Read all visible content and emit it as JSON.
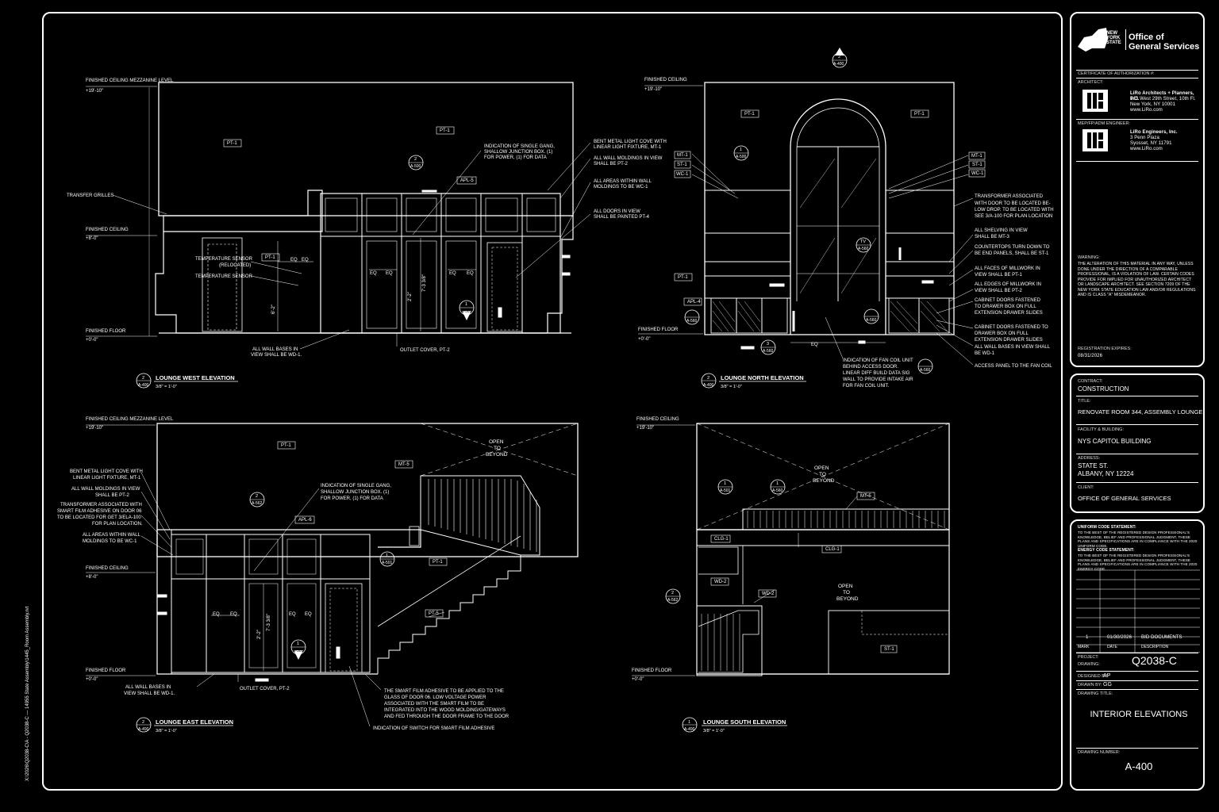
{
  "titleblock": {
    "agency": {
      "state": "NEW YORK STATE",
      "name_line1": "Office of",
      "name_line2": "General Services"
    },
    "cert_label": "CERTIFICATE OF AUTHORIZATION #:",
    "architect": {
      "label": "ARCHITECT:",
      "name": "LiRo Architects + Planners, P.C.",
      "address1": "143 West 29th Street, 10th Fl.",
      "address2": "New York, NY 10001",
      "web": "www.LiRo.com"
    },
    "engineer": {
      "label": "MEP/FP/ADM ENGINEER:",
      "name": "LiRo Engineers, Inc.",
      "address1": "3 Penn Plaza",
      "address2": "Syosset, NY 11791",
      "web": "www.LiRo.com"
    },
    "warning_label": "WARNING:",
    "warning_text": "THE ALTERATION OF THIS MATERIAL IN ANY WAY, UNLESS DONE UNDER THE DIRECTION OF A COMPARABLE PROFESSIONAL, IS A VIOLATION OF LAW. CERTAIN CODES PROVIDE FOR IMPLIED FOR UNAUTHORIZED ARCHITECT OR LANDSCAPE ARCHITECT. SEE SECTION 7209 OF THE NEW YORK STATE EDUCATION LAW AND/OR REGULATIONS AND IS CLASS \"A\" MISDEMEANOR.",
    "reg_label": "REGISTRATION EXPIRES:",
    "reg_value": "08/31/2026",
    "contract_label": "CONTRACT:",
    "contract_value": "CONSTRUCTION",
    "title_label": "TITLE:",
    "title_value": "RENOVATE ROOM 344, ASSEMBLY LOUNGE",
    "facility_label": "FACILITY & BUILDING:",
    "facility_value": "NYS CAPITOL BUILDING",
    "address_label": "ADDRESS:",
    "address_line1": "STATE ST.",
    "address_line2": "ALBANY, NY 12224",
    "client_label": "CLIENT:",
    "client_value": "OFFICE OF GENERAL SERVICES",
    "ucs_label": "UNIFORM CODE STATEMENT:",
    "ucs_text": "TO THE BEST OF THE REGISTERED DESIGN PROFESSIONAL'S KNOWLEDGE, BELIEF AND PROFESSIONAL JUDGMENT, THESE PLANS AND SPECIFICATIONS ARE IN COMPLIANCE WITH THE 2020 UNIFORM CODE.",
    "ecs_label": "ENERGY CODE STATEMENT:",
    "ecs_text": "TO THE BEST OF THE REGISTERED DESIGN PROFESSIONAL'S KNOWLEDGE, BELIEF AND PROFESSIONAL JUDGMENT, THESE PLANS AND SPECIFICATIONS ARE IN COMPLIANCE WITH THE 2020 ENERGY CODE.",
    "rev_mark": "1",
    "rev_date": "01/30/2026",
    "rev_desc": "BID DOCUMENTS",
    "col_mark": "MARK",
    "col_date": "DATE",
    "col_desc": "DESCRIPTION",
    "project_label": "PROJECT:",
    "project_value": "Q2038-C",
    "drawing_label": "DRAWING:",
    "designed_label": "DESIGNED BY:",
    "designed_value": "AP",
    "drawn_label": "DRAWN BY:",
    "drawn_value": "GG",
    "drawing_title_label": "DRAWING TITLE:",
    "drawing_title": "INTERIOR ELEVATIONS",
    "drawing_number_label": "DRAWING NUMBER:",
    "drawing_number": "A-400"
  },
  "file_path": "X:\\2026\\Q2038-C\\A - Q2038-C --- 14955 State Assembly\\1445_Room Assembly.rvt",
  "elevations": {
    "west": {
      "title": "LOUNGE WEST ELEVATION",
      "scale": "3/8\" = 1'-0\"",
      "num": "2",
      "sheet": "A-400",
      "lvl_mezz": "FINISHED CEILING MEZZANINE LEVEL",
      "lvl_mezz_el": "+19'-10\"",
      "lvl_ceil": "FINISHED CEILING",
      "lvl_ceil_el": "+8'-0\"",
      "lvl_floor": "FINISHED FLOOR",
      "lvl_floor_el": "+0'-0\"",
      "tag_pt1a": "PT-1",
      "tag_pt1b": "PT-1",
      "tag_pt1c": "PT-1",
      "tag_apl": "APL-5",
      "callout_num": "2",
      "callout_sheet": "A-500",
      "callout2_num": "1",
      "callout2_sheet": "A-501",
      "note_grilles": "TRANSFER GRILLES",
      "note_temp1a": "TEMPERATURE SENSOR",
      "note_temp1b": "(RELOCATED)",
      "note_temp2": "TEMPERATURE SENSOR",
      "note_junction1": "INDICATION OF SINGLE GANG,",
      "note_junction2": "SHALLOW JUNCTION BOX. (1)",
      "note_junction3": "FOR POWER, (1) FOR DATA",
      "note_cove1": "BENT METAL LIGHT COVE WITH",
      "note_cove2": "LINEAR LIGHT FIXTURE, MT-1",
      "note_mold1": "ALL WALL MOLDINGS IN VIEW",
      "note_mold2": "SHALL BE PT-2",
      "note_areas1": "ALL AREAS WITHIN WALL",
      "note_areas2": "MOLDINGS TO BE WC-1",
      "note_doors1": "ALL DOORS IN VIEW",
      "note_doors2": "SHALL BE PAINTED PT-4",
      "note_bases1": "ALL WALL BASES IN",
      "note_bases2": "VIEW SHALL BE WD-1.",
      "note_outlet": "OUTLET COVER, PT-2",
      "eq": "EQ",
      "dim_h": "7'-3 3/8\"",
      "dim_a": "6'-2\"",
      "dim_b": "2'-2\""
    },
    "north": {
      "title": "LOUNGE NORTH ELEVATION",
      "scale": "3/8\" = 1'-0\"",
      "num": "2",
      "sheet": "A-400",
      "lvl_ceil": "FINISHED CEILING",
      "lvl_ceil_el": "+19'-10\"",
      "lvl_floor": "FINISHED FLOOR",
      "lvl_floor_el": "+0'-0\"",
      "tag_pt1a": "PT-1",
      "tag_pt1b": "PT-1",
      "tag_pt1c": "PT-1",
      "tag_mt1a": "MT-1",
      "tag_st1a": "ST-1",
      "tag_wc1a": "WC-1",
      "tag_mt1b": "MT-1",
      "tag_st1b": "ST-1",
      "tag_wc1b": "WC-1",
      "tag_apl": "APL-4",
      "top_num": "2",
      "top_sheet": "A-400",
      "c1_num": "1",
      "c1_sheet": "A-500",
      "tv_num": "TV",
      "tv_sheet": "A-560",
      "c2_sheet": "A-560",
      "c3_sheet": "A-560",
      "c4_num": "3",
      "c4_sheet": "A-560",
      "c5_sheet": "A-560",
      "note_tx1": "TRANSFORMER ASSOCIATED",
      "note_tx2": "WITH DOOR TO BE LOCATED BE-",
      "note_tx3": "LOW DROP. TO BE LOCATED WITH",
      "note_tx4": "SEE 3/A-100 FOR PLAN LOCATION",
      "note_shelf1": "ALL SHELVING IN VIEW",
      "note_shelf2": "SHALL BE MT-3",
      "note_counter1": "COUNTERTOPS TURN DOWN TO",
      "note_counter2": "BE END PANELS, SHALL BE ST-1",
      "note_faces1": "ALL FACES OF MILLWORK IN",
      "note_faces2": "VIEW SHALL BE PT-1",
      "note_edges1": "ALL EDGES OF MILLWORK IN",
      "note_edges2": "VIEW SHALL BE PT-2",
      "note_cab1": "CABINET DOORS FASTENED",
      "note_cab2": "TO DRAWER BOX ON FULL",
      "note_cab3": "EXTENSION DRAWER SLIDES",
      "note_cab4": "CABINET DOORS FASTENED TO",
      "note_cab5": "DRAWER BOX ON FULL",
      "note_cab6": "EXTENSION DRAWER SLIDES",
      "note_bases1": "ALL WALL BASES IN VIEW SHALL",
      "note_bases2": "BE WD-1",
      "note_access": "ACCESS PANEL TO THE FAN COIL",
      "note_fcu1": "INDICATION OF FAN COIL UNIT",
      "note_fcu2": "BEHIND ACCESS DOOR.",
      "note_fcu3": "LINEAR DIFF BUILD DATA SIG",
      "note_fcu4": "WALL TO PROVIDE INTAKE AIR",
      "note_fcu5": "FOR FAN COIL UNIT.",
      "eq": "EQ"
    },
    "east": {
      "title": "LOUNGE EAST ELEVATION",
      "scale": "3/8\" = 1'-0\"",
      "num": "2",
      "sheet": "A-400",
      "lvl_mezz": "FINISHED CEILING MEZZANINE LEVEL",
      "lvl_mezz_el": "+19'-10\"",
      "lvl_ceil": "FINISHED CEILING",
      "lvl_ceil_el": "+8'-0\"",
      "lvl_floor": "FINISHED FLOOR",
      "lvl_floor_el": "+0'-0\"",
      "tag_pt1a": "PT-1",
      "tag_pt1b": "PT-1",
      "tag_pt5": "PT-5",
      "tag_mt5": "MT-5",
      "tag_apl": "APL-6",
      "open1": "OPEN",
      "open2": "TO",
      "open3": "BEYOND",
      "c1_num": "2",
      "c1_sheet": "A-562",
      "c2_num": "1",
      "c2_sheet": "A-501",
      "c3_num": "1",
      "c3_sheet": "A-501",
      "note_cove1": "BENT METAL LIGHT COVE WITH",
      "note_cove2": "LINEAR LIGHT FIXTURE, MT-1",
      "note_mold1": "ALL WALL MOLDINGS IN VIEW",
      "note_mold2": "SHALL BE PT-2",
      "note_tx1": "TRANSFORMER ASSOCIATED WITH",
      "note_tx2": "SMART FILM ADHESIVE ON DOOR 06",
      "note_tx3": "TO BE LOCATED FOR GET 3/ELA-100",
      "note_tx4": "FOR PLAN LOCATION.",
      "note_areas1": "ALL AREAS WITHIN WALL",
      "note_areas2": "MOLDINGS TO BE WC-1",
      "note_junction1": "INDICATION OF SINGLE GANG,",
      "note_junction2": "SHALLOW JUNCTION BOX. (1)",
      "note_junction3": "FOR POWER, (1) FOR DATA",
      "note_bases1": "ALL WALL BASES IN",
      "note_bases2": "VIEW SHALL BE WD-1.",
      "note_outlet": "OUTLET COVER, PT-2",
      "note_film1": "THE SMART FILM ADHESIVE TO BE APPLIED TO THE",
      "note_film2": "GLASS OF DOOR 06. LOW VOLTAGE POWER",
      "note_film3": "ASSOCIATED WITH THE SMART FILM TO BE",
      "note_film4": "INTEGRATED INTO THE WOOD MOLDING/GATEWAYS",
      "note_film5": "AND FED THROUGH THE DOOR FRAME TO THE DOOR",
      "note_switch": "INDICATION OF SWITCH FOR SMART FILM ADHESIVE",
      "eq": "EQ",
      "dim_h": "7'-3 3/8\"",
      "dim_b": "2'-2\""
    },
    "south": {
      "title": "LOUNGE SOUTH ELEVATION",
      "scale": "3/8\" = 1'-0\"",
      "num": "1",
      "sheet": "A-400",
      "lvl_ceil": "FINISHED CEILING",
      "lvl_ceil_el": "+19'-10\"",
      "lvl_floor": "FINISHED FLOOR",
      "lvl_floor_el": "+0'-0\"",
      "open1": "OPEN",
      "open2": "TO",
      "open3": "BEYOND",
      "tag_mt5": "MT-5",
      "tag_clg1a": "CLG-1",
      "tag_clg1b": "CLG-1",
      "tag_wd2a": "WD-2",
      "tag_wd2b": "WD-2",
      "tag_st1": "ST-1",
      "c1_num": "1",
      "c1_sheet": "A-501",
      "c2_num": "1",
      "c2_sheet": "A-560",
      "c3_num": "2",
      "c3_sheet": "A-562"
    }
  }
}
